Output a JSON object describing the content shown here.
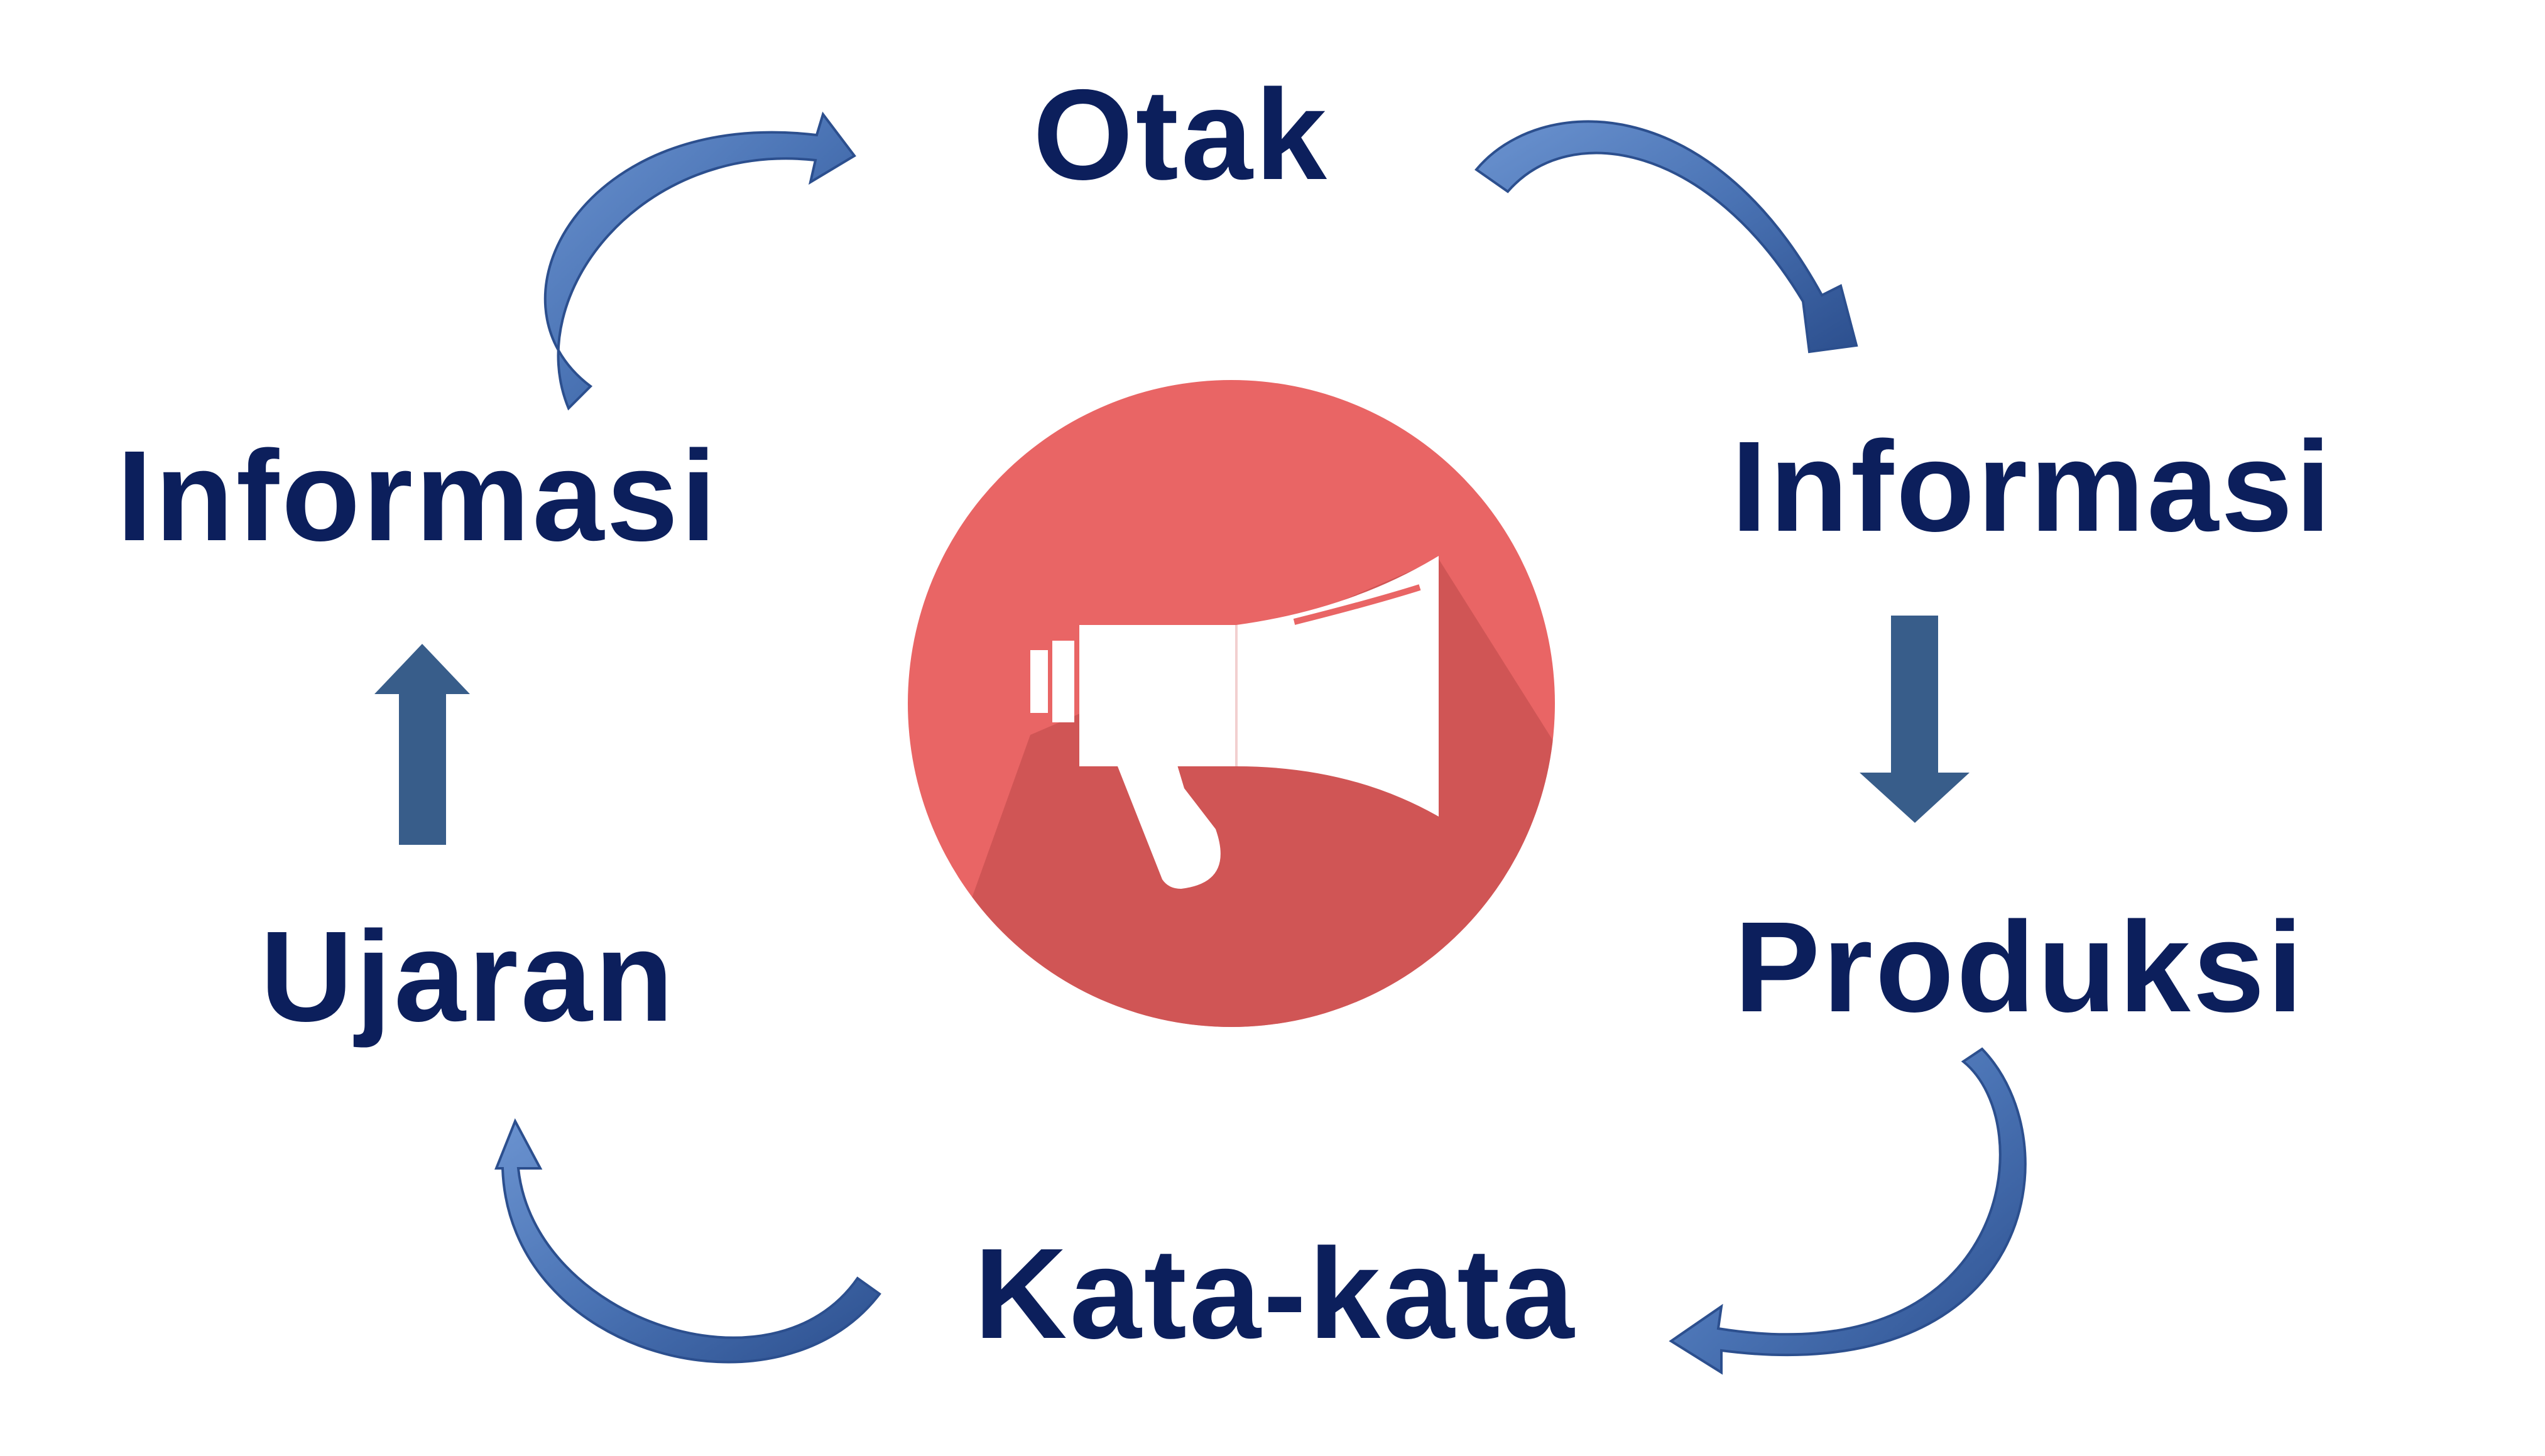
{
  "diagram": {
    "nodes": {
      "top": "Otak",
      "right_upper": "Informasi",
      "right_lower": "Produksi",
      "bottom": "Kata-kata",
      "left_lower": "Ujaran",
      "left_upper": "Informasi"
    },
    "center_icon": "megaphone-icon",
    "colors": {
      "text": "#0c1f5c",
      "arrow_gradient_light": "#5b84c4",
      "arrow_gradient_dark": "#2c4f8e",
      "straight_arrow": "#385d8a",
      "circle": "#e96565",
      "circle_shadow": "#c75050"
    }
  }
}
